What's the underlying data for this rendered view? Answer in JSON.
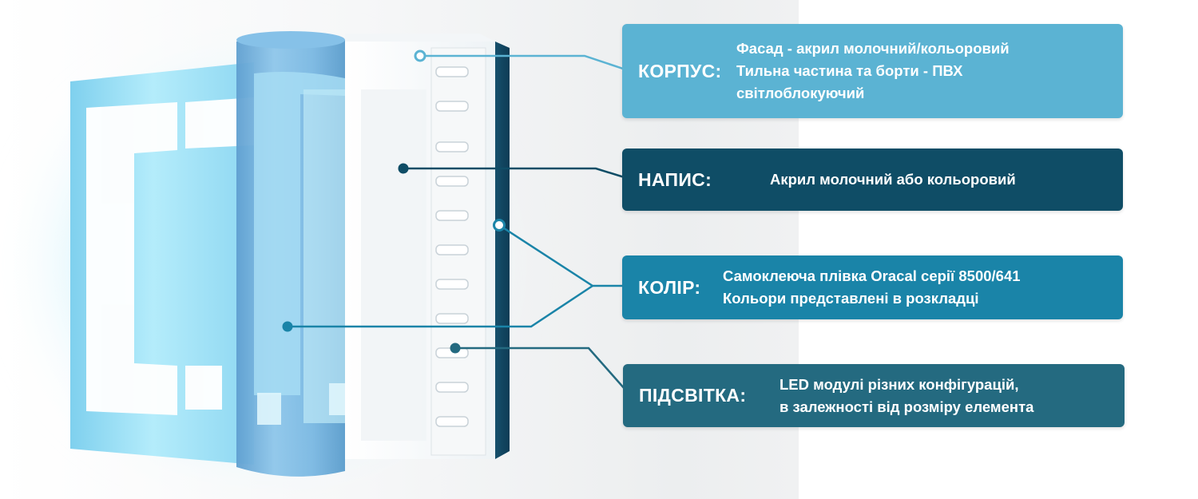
{
  "callouts": {
    "korpus": {
      "label": "КОРПУС:",
      "lines": [
        "Фасад - акрил молочний/кольоровий",
        "Тильна частина та борти - ПВХ",
        "світлоблокуючий"
      ]
    },
    "napys": {
      "label": "НАПИС:",
      "lines": [
        "Акрил молочний або кольоровий"
      ]
    },
    "kolir": {
      "label": "КОЛІР:",
      "lines": [
        "Самоклеюча плівка Oracal серії 8500/641",
        "Кольори представлені в розкладці"
      ]
    },
    "pidsvitka": {
      "label": "ПІДСВІТКА:",
      "lines": [
        "LED модулі різних конфігурацій,",
        "в залежності від розміру елемента"
      ]
    }
  },
  "colors": {
    "korpus": "#5bb3d3",
    "napys": "#0f4d66",
    "kolir": "#1a84a8",
    "pidsvitka": "#246a80",
    "glow": "#a9e6f8",
    "letters": "#ffffff",
    "film": "#6fb2de"
  }
}
